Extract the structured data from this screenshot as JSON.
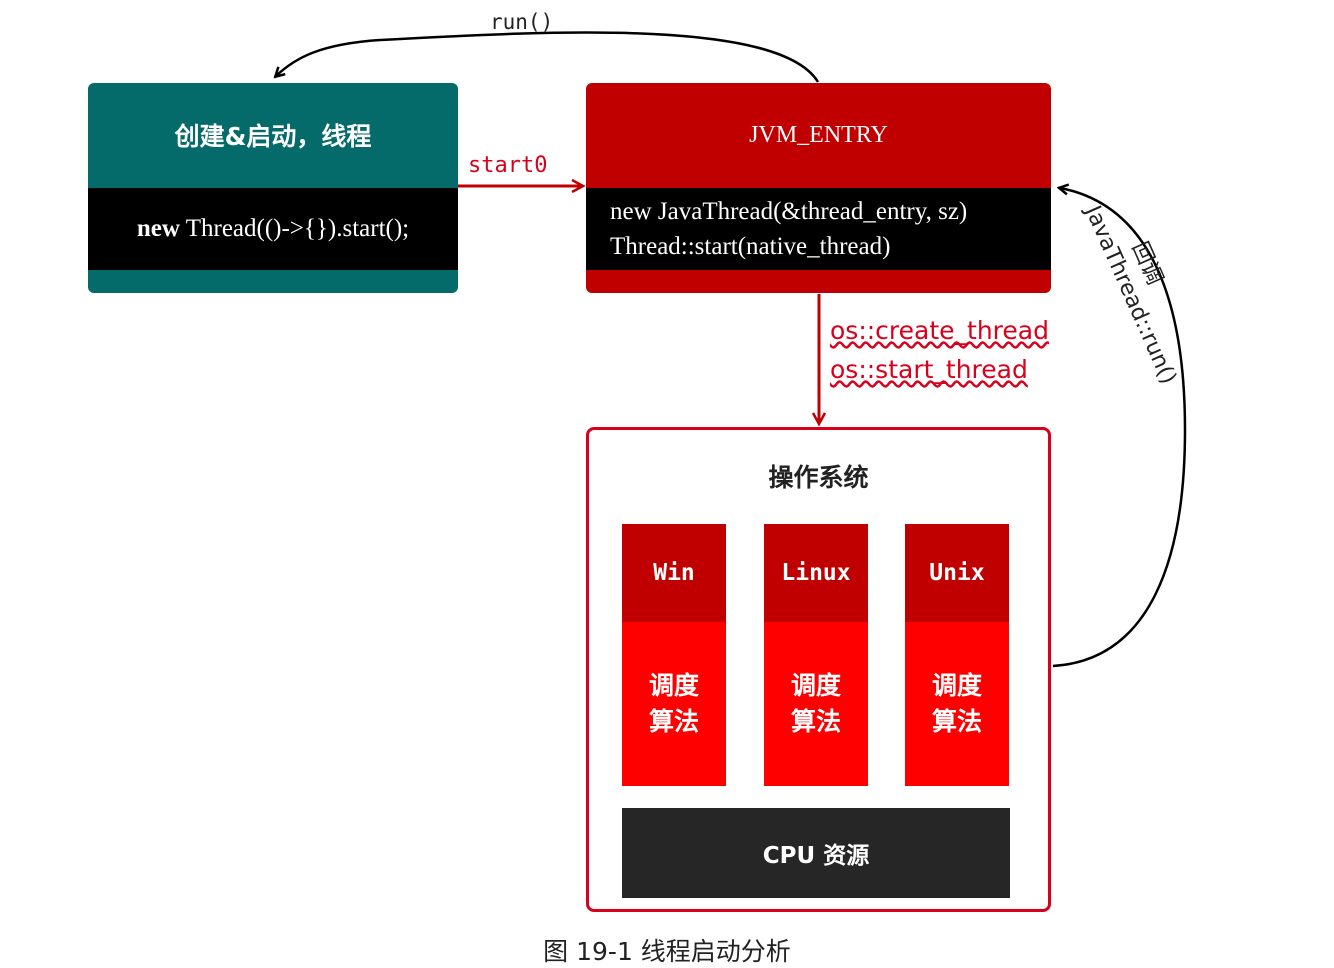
{
  "diagram": {
    "create_box": {
      "title": "创建&启动，线程",
      "code_keyword": "new",
      "code_rest": " Thread(()->{}).start();"
    },
    "jvm_box": {
      "title": "JVM_ENTRY",
      "code_line1": "new JavaThread(&thread_entry, sz)",
      "code_line2": "Thread::start(native_thread)"
    },
    "edges": {
      "run": "run()",
      "start0": "start0",
      "os_create": "os::create_thread",
      "os_start": "os::start_thread",
      "callback": "回调",
      "callback_method": "JavaThread::run()"
    },
    "os_box": {
      "title": "操作系统",
      "columns": [
        {
          "name": "Win",
          "body_line1": "调度",
          "body_line2": "算法"
        },
        {
          "name": "Linux",
          "body_line1": "调度",
          "body_line2": "算法"
        },
        {
          "name": "Unix",
          "body_line1": "调度",
          "body_line2": "算法"
        }
      ],
      "cpu": "CPU 资源"
    },
    "caption": "图 19-1 线程启动分析",
    "colors": {
      "teal": "#046a6a",
      "dark_red": "#c00000",
      "bright_red": "#ff0000",
      "accent_red": "#d9001b",
      "dark_gray": "#262626"
    }
  }
}
